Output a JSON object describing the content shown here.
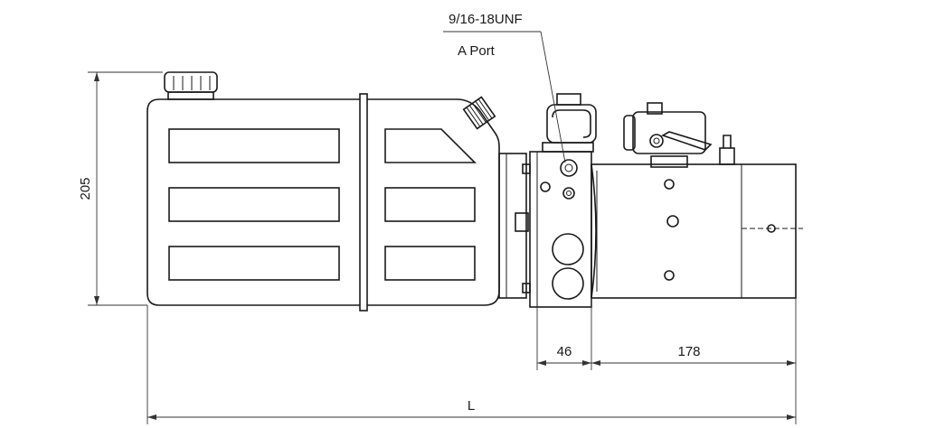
{
  "callout": {
    "thread_label": "9/16-18UNF",
    "port_label": "A Port"
  },
  "dimensions": {
    "height": "205",
    "valve_block_width": "46",
    "motor_length": "178",
    "overall_length": "L"
  },
  "colors": {
    "line": "#1a1a1a",
    "background": "#ffffff"
  }
}
